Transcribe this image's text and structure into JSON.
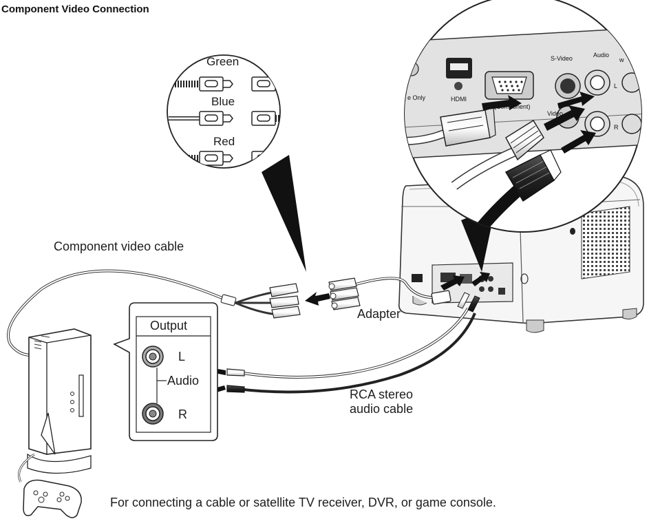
{
  "title": "Component Video Connection",
  "labels": {
    "component_video_cable": "Component video cable",
    "adapter": "Adapter",
    "rca_stereo_audio_cable": [
      "RCA stereo",
      "audio cable"
    ],
    "output_panel": {
      "title": "Output",
      "left": "L",
      "audio": "Audio",
      "right": "R"
    },
    "color_callout": [
      "Green",
      "Blue",
      "Red"
    ],
    "projector_ports": {
      "svideo": "S-Video",
      "audio": "Audio",
      "hdmi": "HDMI",
      "component": "(Component)",
      "video": "Video",
      "only": "e Only",
      "l": "L",
      "r": "R",
      "w": "w"
    }
  },
  "caption": "For connecting a cable or satellite TV receiver, DVR, or game console.",
  "icons": [
    "set-top-box-icon",
    "game-controller-icon",
    "projector-icon",
    "arrow-icon",
    "rca-plug-icon",
    "rca-jack-icon",
    "vga-connector-icon"
  ]
}
